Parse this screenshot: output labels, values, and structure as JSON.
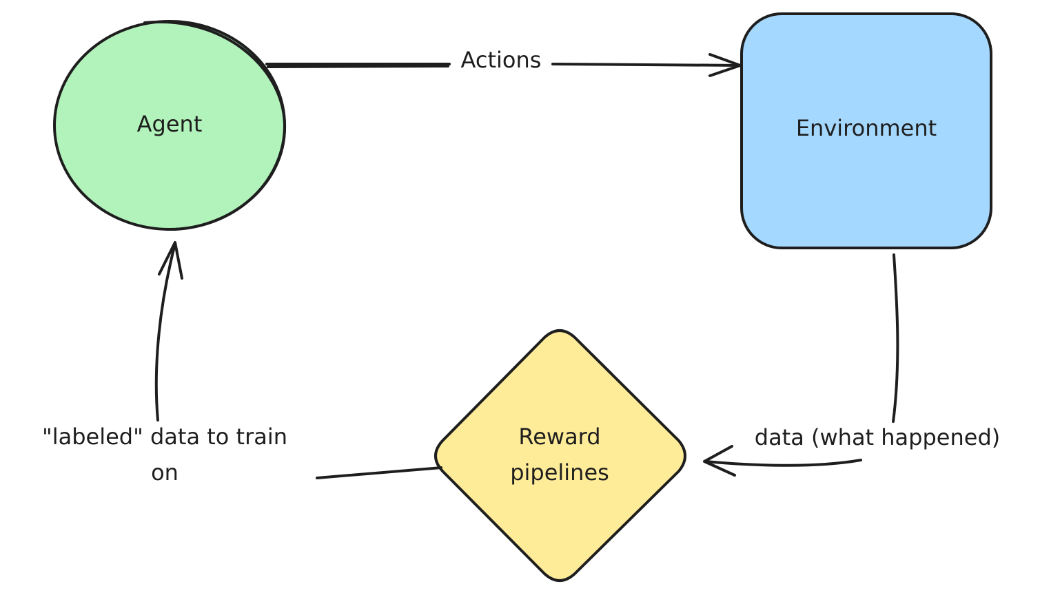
{
  "nodes": {
    "agent": {
      "label": "Agent",
      "fill": "#b2f2bb",
      "shape": "circle"
    },
    "environment": {
      "label": "Environment",
      "fill": "#a5d8ff",
      "shape": "rounded-rectangle"
    },
    "reward": {
      "label_line1": "Reward",
      "label_line2": "pipelines",
      "fill": "#ffec99",
      "shape": "diamond"
    }
  },
  "edges": {
    "actions": {
      "label": "Actions",
      "from": "Agent",
      "to": "Environment"
    },
    "data": {
      "label": "data (what happened)",
      "from": "Environment",
      "to": "Reward pipelines"
    },
    "labeled": {
      "label_line1": "\"labeled\" data to train",
      "label_line2": "on",
      "from": "Reward pipelines",
      "to": "Agent"
    }
  },
  "colors": {
    "stroke": "#1e1e1e",
    "background": "#ffffff"
  }
}
